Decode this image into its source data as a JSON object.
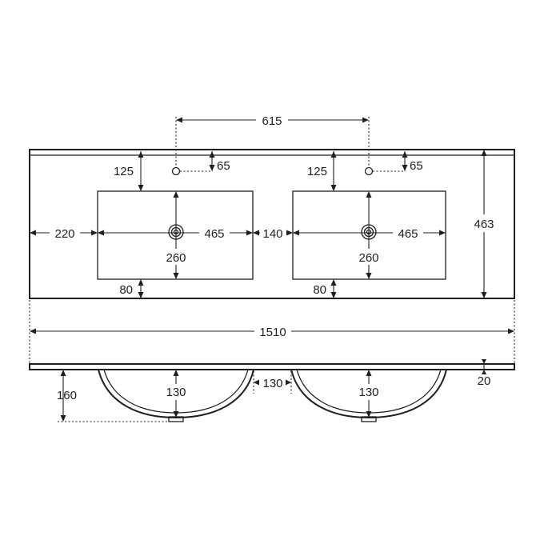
{
  "drawing": {
    "tap_spacing": "615",
    "tap_hole_offset_left": "65",
    "tap_hole_offset_right": "65",
    "bowl_front_left": "125",
    "bowl_front_right": "125",
    "left_margin": "220",
    "bowl_width_left": "465",
    "bowl_gap": "140",
    "bowl_width_right": "465",
    "bowl_depth_left": "260",
    "bowl_depth_right": "260",
    "bowl_back_left": "80",
    "bowl_back_right": "80",
    "overall_depth": "463",
    "overall_width": "1510",
    "top_thickness": "20",
    "total_height": "160",
    "bowl_height_left": "130",
    "bowl_separation": "130",
    "bowl_height_right": "130"
  }
}
